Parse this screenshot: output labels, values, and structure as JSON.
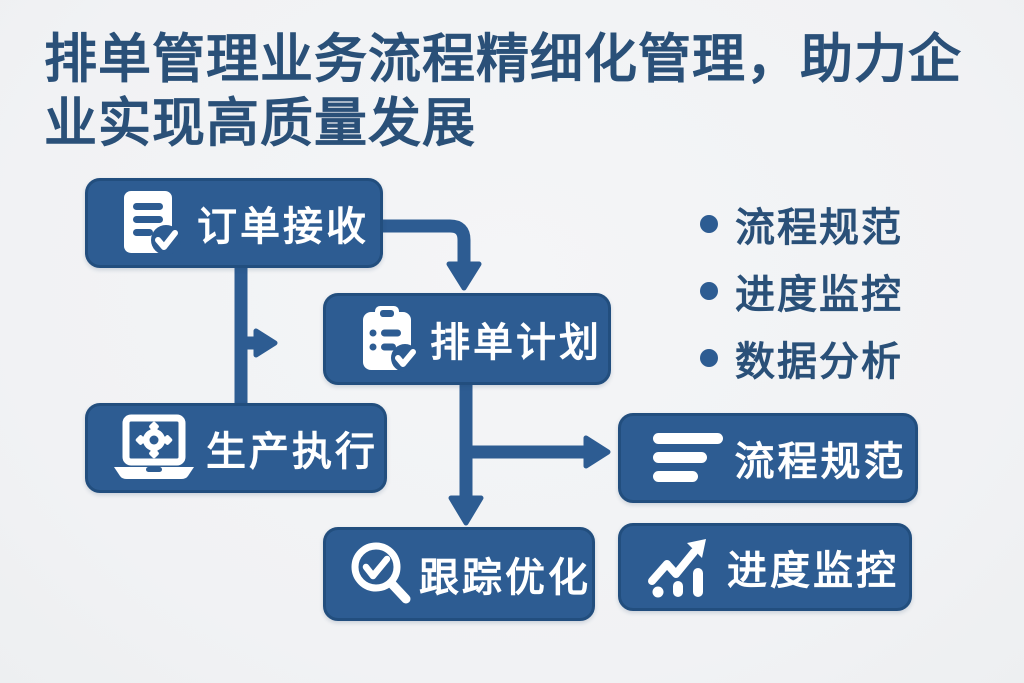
{
  "title": {
    "lines": [
      "排单管理业务流程精细化管理，助力企",
      "业实现高质量发展"
    ]
  },
  "flow": {
    "nodes": [
      {
        "id": "order-intake",
        "label": "订单接收",
        "icon": "document-check-icon"
      },
      {
        "id": "schedule-plan",
        "label": "排单计划",
        "icon": "clipboard-check-icon"
      },
      {
        "id": "production-execute",
        "label": "生产执行",
        "icon": "laptop-gear-icon"
      },
      {
        "id": "tracking-optimize",
        "label": "跟踪优化",
        "icon": "magnifier-check-icon"
      },
      {
        "id": "process-standard",
        "label": "流程规范",
        "icon": "list-lines-icon"
      },
      {
        "id": "progress-monitor",
        "label": "进度监控",
        "icon": "trend-up-icon"
      }
    ],
    "edges": [
      "order-intake -> schedule-plan",
      "order-intake -> production-execute",
      "schedule-plan -> tracking-optimize",
      "schedule-plan -> process-standard"
    ]
  },
  "bullets": {
    "items": [
      {
        "label": "流程规范"
      },
      {
        "label": "进度监控"
      },
      {
        "label": "数据分析"
      }
    ]
  },
  "colors": {
    "box_blue": "#2d5c92",
    "box_border": "#224e7e",
    "text_navy": "#2a5078",
    "background": "#f1f2f4",
    "white": "#ffffff"
  }
}
